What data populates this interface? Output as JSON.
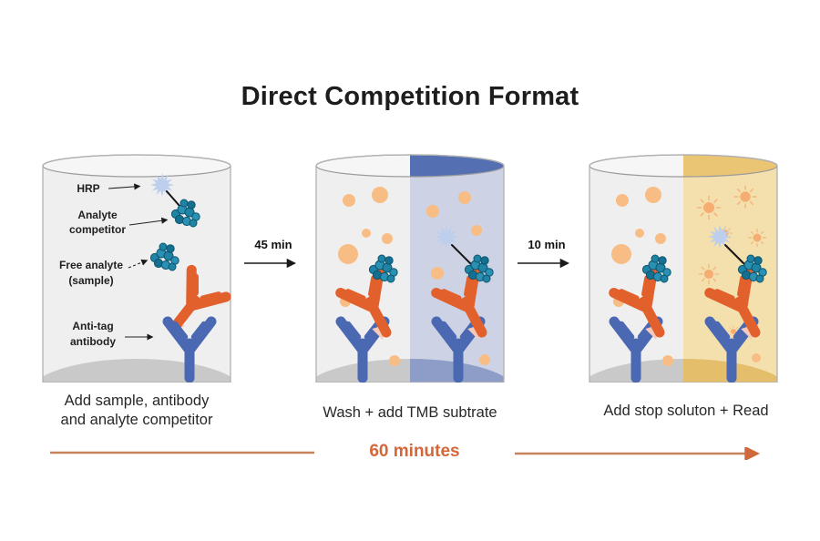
{
  "title": "Direct Competition Format",
  "colors": {
    "accent_orange": "#d4673a",
    "antibody_orange": "#e2602c",
    "antibody_blue": "#4a69b2",
    "analyte_teal": "#1f83a6",
    "hrp_star_blue": "#bdcfec",
    "substrate_dot_orange": "#f8bd85",
    "tmb_blue_fill": "#cdd2e4",
    "tmb_blue_rim": "#5470b2",
    "stop_gold_fill": "#f4e0ad",
    "stop_gold_rim": "#eac573",
    "well_gray": "#efeff0",
    "dome_gray": "#c9c9c9",
    "tag_pink": "#f5cabb"
  },
  "wells": [
    {
      "caption_lines": [
        "Add sample, antibody",
        "and analyte competitor"
      ],
      "labels": [
        {
          "lines": [
            "HRP"
          ]
        },
        {
          "lines": [
            "Analyte",
            "competitor"
          ]
        },
        {
          "lines": [
            "Free analyte",
            "(sample)"
          ]
        },
        {
          "lines": [
            "Anti-tag",
            "antibody"
          ]
        }
      ]
    },
    {
      "caption_lines": [
        "Wash + add TMB subtrate"
      ]
    },
    {
      "caption_lines": [
        "Add stop soluton + Read"
      ]
    }
  ],
  "step_arrows": [
    {
      "label": "45 min"
    },
    {
      "label": "10 min"
    }
  ],
  "timeline": {
    "label": "60 minutes"
  }
}
